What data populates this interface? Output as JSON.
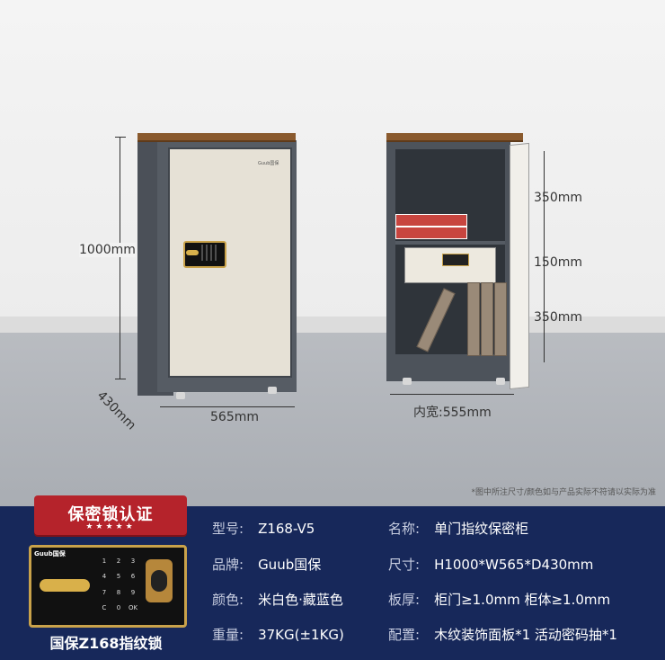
{
  "dimensions": {
    "height": "1000mm",
    "depth": "430mm",
    "width": "565mm",
    "upper": "350mm",
    "middle": "150mm",
    "lower": "350mm",
    "inner_width": "内宽:555mm"
  },
  "safe_brand_small": "Guub国保",
  "note": "*图中所注尺寸/颜色如与产品实际不符请以实际为准",
  "ribbon": {
    "title": "保密锁认证",
    "stars": "★★★★★"
  },
  "lock_card": {
    "brand": "Guub国保",
    "keys": [
      "1",
      "2",
      "3",
      "4",
      "5",
      "6",
      "7",
      "8",
      "9",
      "C",
      "0",
      "OK"
    ]
  },
  "lock_caption": "国保Z168指纹锁",
  "specs": [
    {
      "label": "型号:",
      "value": "Z168-V5"
    },
    {
      "label": "名称:",
      "value": "单门指纹保密柜"
    },
    {
      "label": "品牌:",
      "value": "Guub国保"
    },
    {
      "label": "尺寸:",
      "value": "H1000*W565*D430mm"
    },
    {
      "label": "颜色:",
      "value": "米白色·藏蓝色"
    },
    {
      "label": "板厚:",
      "value": "柜门≥1.0mm 柜体≥1.0mm"
    },
    {
      "label": "重量:",
      "value": "37KG(±1KG)"
    },
    {
      "label": "配置:",
      "value": "木纹装饰面板*1 活动密码抽*1"
    }
  ]
}
